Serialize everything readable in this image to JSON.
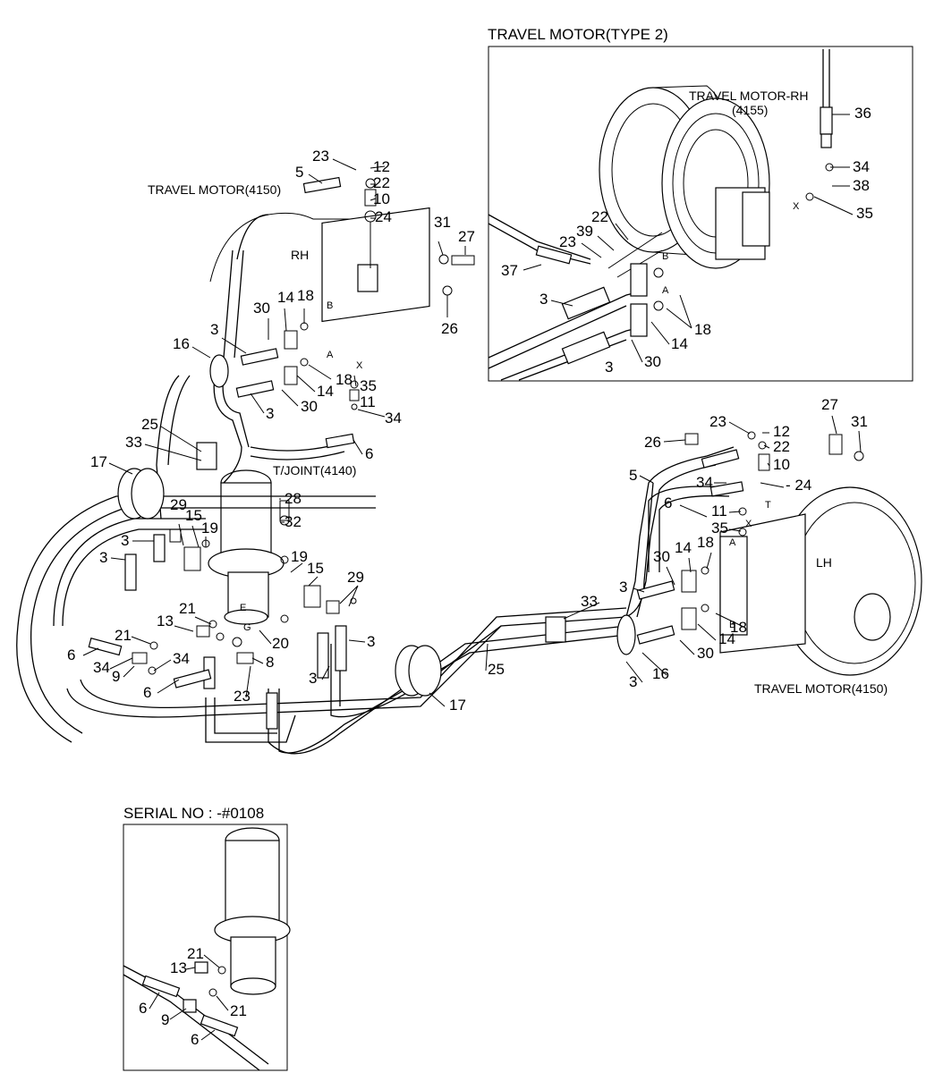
{
  "panels": {
    "type2_title": "TRAVEL MOTOR(TYPE 2)",
    "serial_title": "SERIAL NO : -#0108"
  },
  "captions": {
    "travel_motor_rh_main": "TRAVEL MOTOR(4150)",
    "rh": "RH",
    "lh": "LH",
    "t_joint": "T/JOINT(4140)",
    "travel_motor_lh": "TRAVEL MOTOR(4150)",
    "travel_motor_rh_type2": "TRAVEL MOTOR-RH",
    "travel_motor_rh_type2_code": "(4155)"
  },
  "callouts": {
    "main_rh": [
      "23",
      "12",
      "5",
      "22",
      "10",
      "24",
      "31",
      "27",
      "26",
      "30",
      "14",
      "18",
      "3",
      "16",
      "18",
      "14",
      "3",
      "30",
      "35",
      "11",
      "34",
      "6",
      "25",
      "33",
      "17"
    ],
    "main_center": [
      "28",
      "32",
      "29",
      "15",
      "19",
      "3",
      "3",
      "19",
      "15",
      "29",
      "21",
      "13",
      "21",
      "20",
      "8",
      "6",
      "34",
      "9",
      "34",
      "6",
      "23",
      "3",
      "3",
      "17"
    ],
    "main_lh": [
      "27",
      "31",
      "23",
      "12",
      "26",
      "22",
      "10",
      "24",
      "5",
      "34",
      "6",
      "11",
      "35",
      "30",
      "14",
      "18",
      "3",
      "33",
      "18",
      "14",
      "30",
      "25",
      "16",
      "3"
    ],
    "type2": [
      "36",
      "34",
      "38",
      "35",
      "22",
      "39",
      "23",
      "37",
      "3",
      "18",
      "14",
      "30",
      "3"
    ],
    "serial": [
      "21",
      "13",
      "21",
      "6",
      "9",
      "6"
    ]
  },
  "markings": {
    "port_a": "A",
    "port_b": "B",
    "port_x": "X",
    "port_t": "T",
    "port_e": "E",
    "port_g": "G"
  }
}
